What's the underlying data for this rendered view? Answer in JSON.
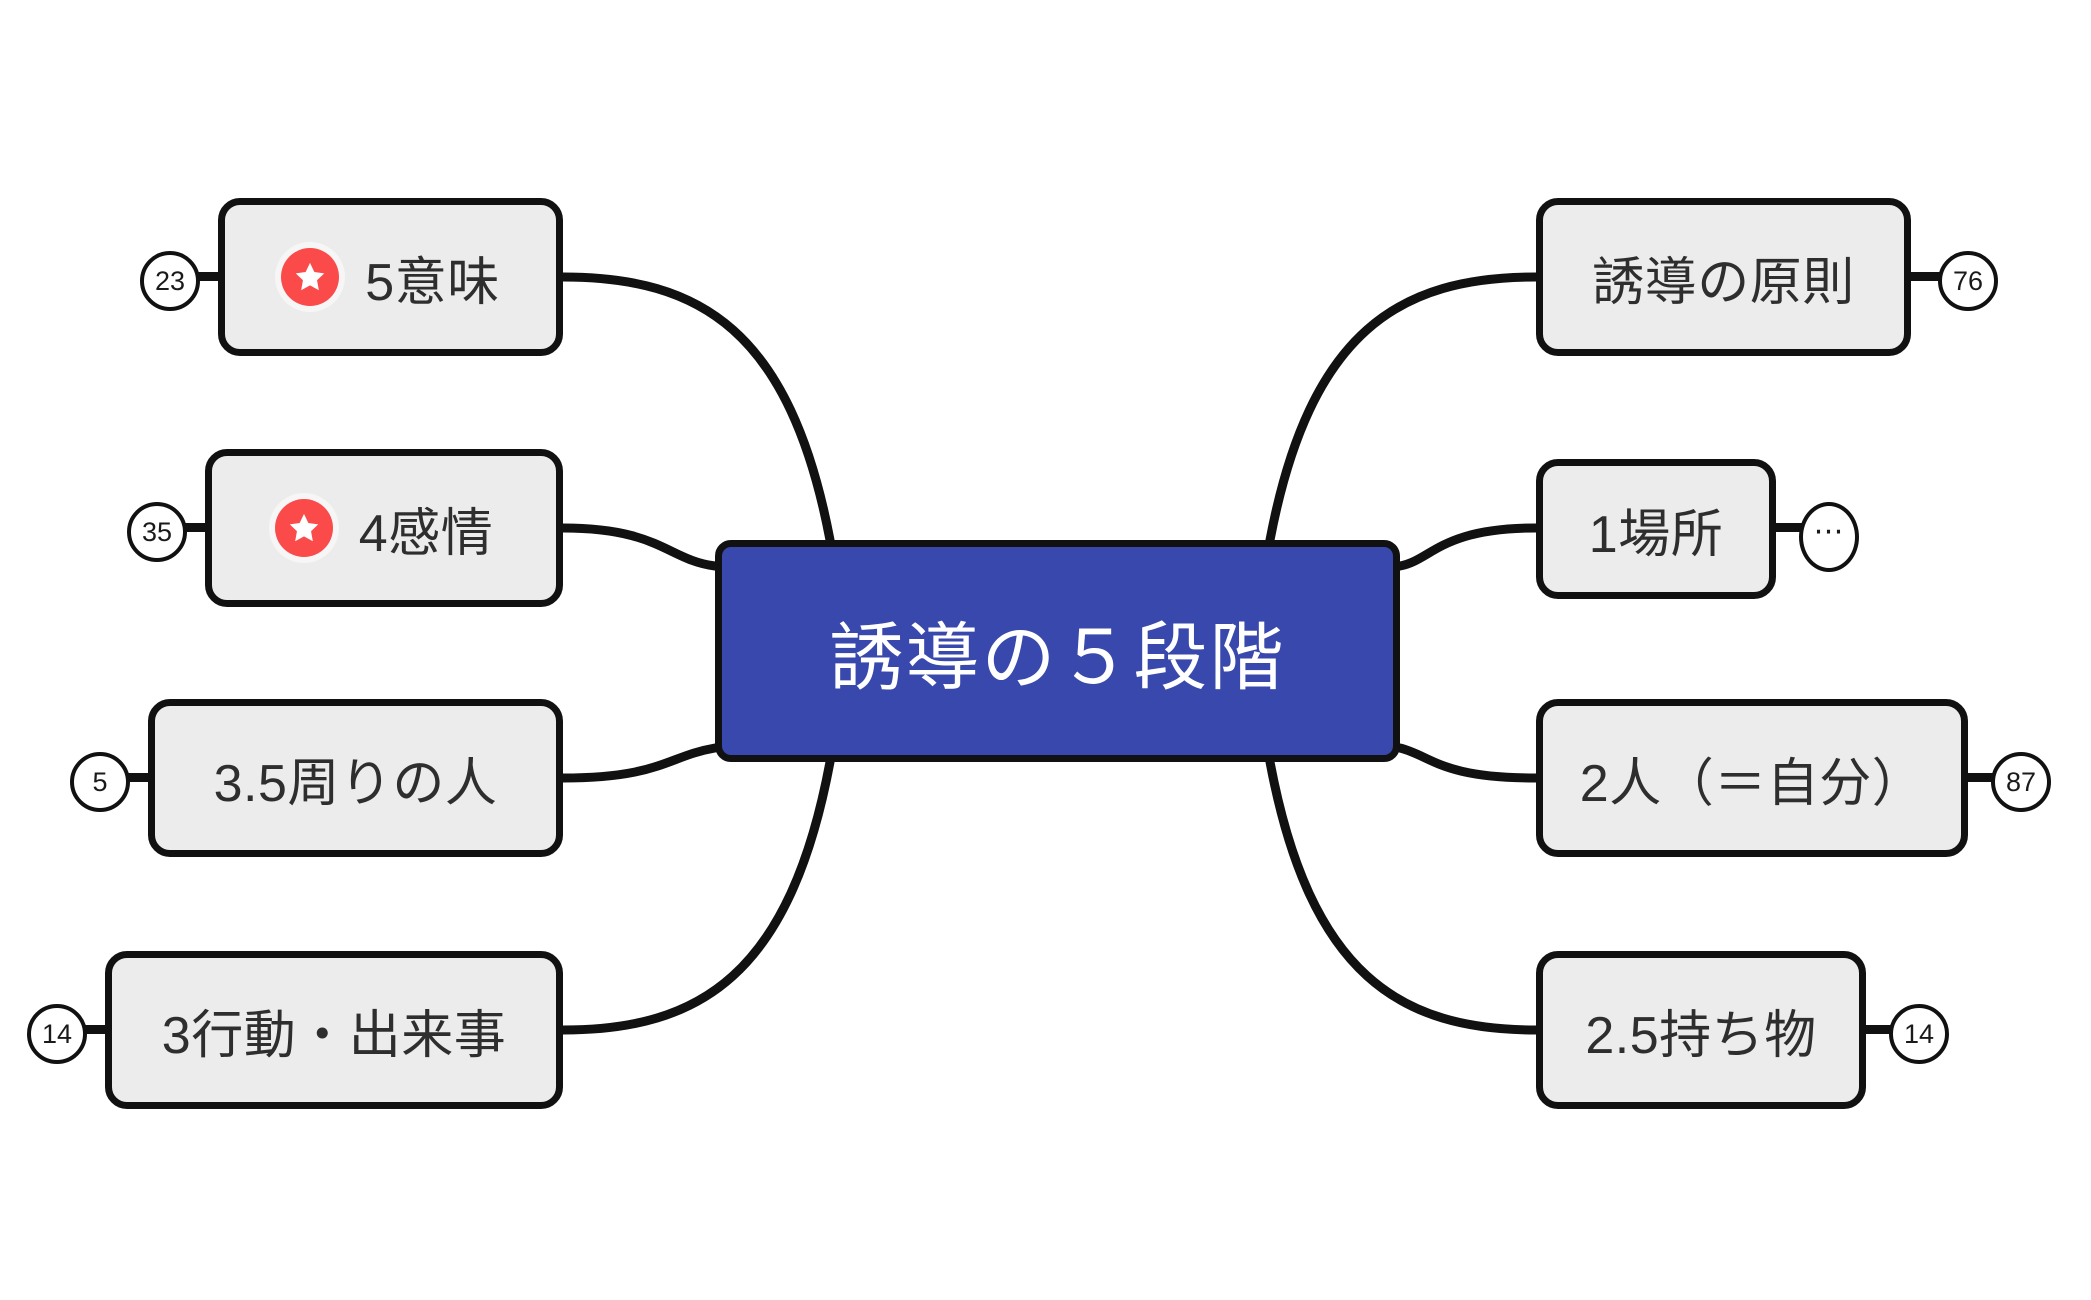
{
  "map": {
    "center": {
      "title": "誘導の５段階",
      "fill": "#3848AC",
      "text_color": "#FFFFFF"
    },
    "node_fill": "#ECECEC",
    "node_stroke": "#111111",
    "star_color": "#FB4A4A",
    "branches_left": [
      {
        "id": "meaning",
        "label": "5意味",
        "counter": "23",
        "star": true,
        "star_icon": "star-icon"
      },
      {
        "id": "emotion",
        "label": "4感情",
        "counter": "35",
        "star": true,
        "star_icon": "star-icon"
      },
      {
        "id": "people",
        "label": "3.5周りの人",
        "counter": "5",
        "star": false,
        "star_icon": ""
      },
      {
        "id": "action",
        "label": "3行動・出来事",
        "counter": "14",
        "star": false,
        "star_icon": ""
      }
    ],
    "branches_right": [
      {
        "id": "principle",
        "label": "誘導の原則",
        "counter": "76",
        "star": false,
        "star_icon": ""
      },
      {
        "id": "place",
        "label": "1場所",
        "counter": "⋯",
        "star": false,
        "star_icon": ""
      },
      {
        "id": "person",
        "label": "2人（＝自分）",
        "counter": "87",
        "star": false,
        "star_icon": ""
      },
      {
        "id": "belonging",
        "label": "2.5持ち物",
        "counter": "14",
        "star": false,
        "star_icon": ""
      }
    ]
  }
}
